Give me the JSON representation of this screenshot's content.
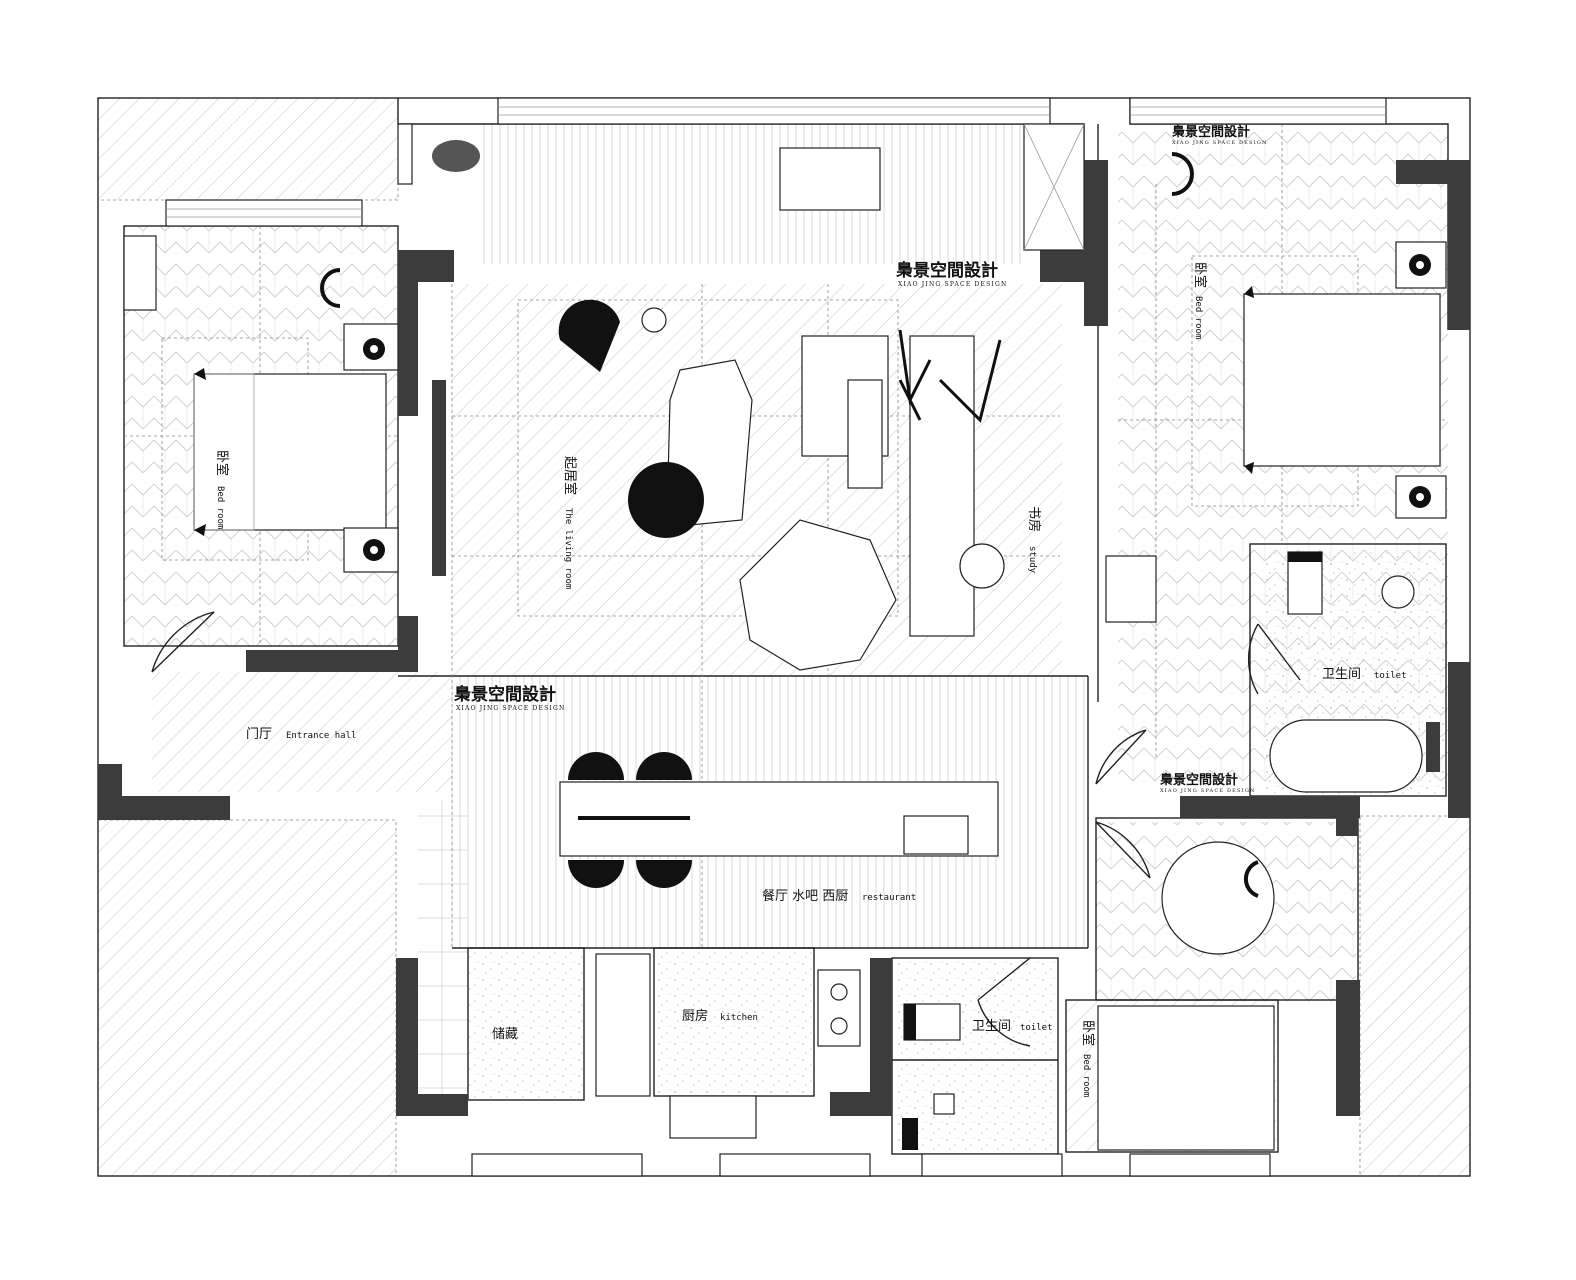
{
  "rooms": {
    "bedroom_left": {
      "cn": "卧室",
      "en": "Bed room"
    },
    "living": {
      "cn": "起居室",
      "en": "The living room"
    },
    "study": {
      "cn": "书房",
      "en": "study"
    },
    "bedroom_right": {
      "cn": "卧室",
      "en": "Bed room"
    },
    "toilet_right": {
      "cn": "卫生间",
      "en": "toilet"
    },
    "entrance": {
      "cn": "门厅",
      "en": "Entrance hall"
    },
    "dining": {
      "cn": "餐厅 水吧 西厨",
      "en": "restaurant"
    },
    "storage": {
      "cn": "储藏"
    },
    "kitchen": {
      "cn": "厨房",
      "en": "kitchen"
    },
    "toilet_bottom": {
      "cn": "卫生间",
      "en": "toilet"
    },
    "bedroom_bottom": {
      "cn": "卧室",
      "en": "Bed room"
    }
  },
  "watermark": {
    "title": "梟景空間設計",
    "subtitle": "XIAO JING SPACE DESIGN"
  },
  "colors": {
    "wall": "#3c3c3c",
    "line": "#222222",
    "hatch": "#c8c8c8",
    "background": "#ffffff"
  }
}
